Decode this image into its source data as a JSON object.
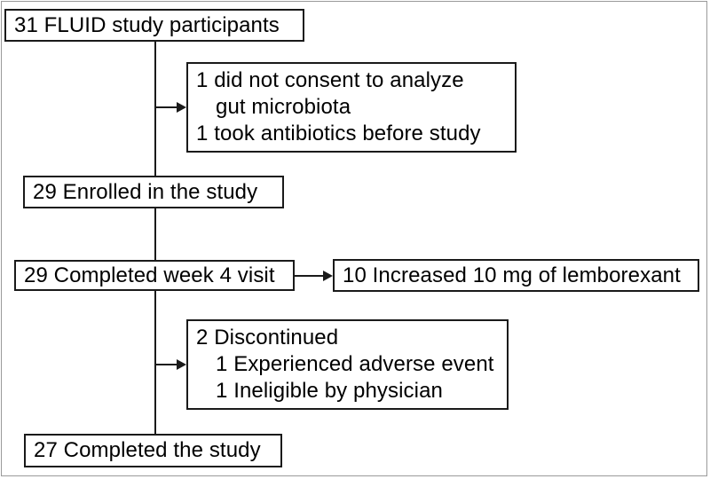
{
  "diagram": {
    "type": "flowchart",
    "title": "FLUID study participant flow",
    "orientation": "vertical-spine-with-right-branches",
    "colors": {
      "box_border": "#1a1a1a",
      "connector": "#1a1a1a",
      "background": "#ffffff",
      "outer_frame": "#9a9a9a"
    },
    "nodes": [
      {
        "id": "enrollment",
        "lines": [
          {
            "text": "31 FLUID study participants",
            "indent": false
          }
        ]
      },
      {
        "id": "excluded",
        "lines": [
          {
            "text": "1 did not consent to analyze",
            "indent": false
          },
          {
            "text": "gut microbiota",
            "indent": true
          },
          {
            "text": "1 took antibiotics before study",
            "indent": false
          }
        ]
      },
      {
        "id": "enrolled",
        "lines": [
          {
            "text": "29 Enrolled in the study",
            "indent": false
          }
        ]
      },
      {
        "id": "week4",
        "lines": [
          {
            "text": "29 Completed week 4 visit",
            "indent": false
          }
        ]
      },
      {
        "id": "dose-increase",
        "lines": [
          {
            "text": "10 Increased 10 mg of lemborexant",
            "indent": false
          }
        ]
      },
      {
        "id": "discontinued",
        "lines": [
          {
            "text": "2 Discontinued",
            "indent": false
          },
          {
            "text": "1 Experienced adverse event",
            "indent": true
          },
          {
            "text": "1 Ineligible by physician",
            "indent": true
          }
        ]
      },
      {
        "id": "completed",
        "lines": [
          {
            "text": "27 Completed the study",
            "indent": false
          }
        ]
      }
    ]
  }
}
